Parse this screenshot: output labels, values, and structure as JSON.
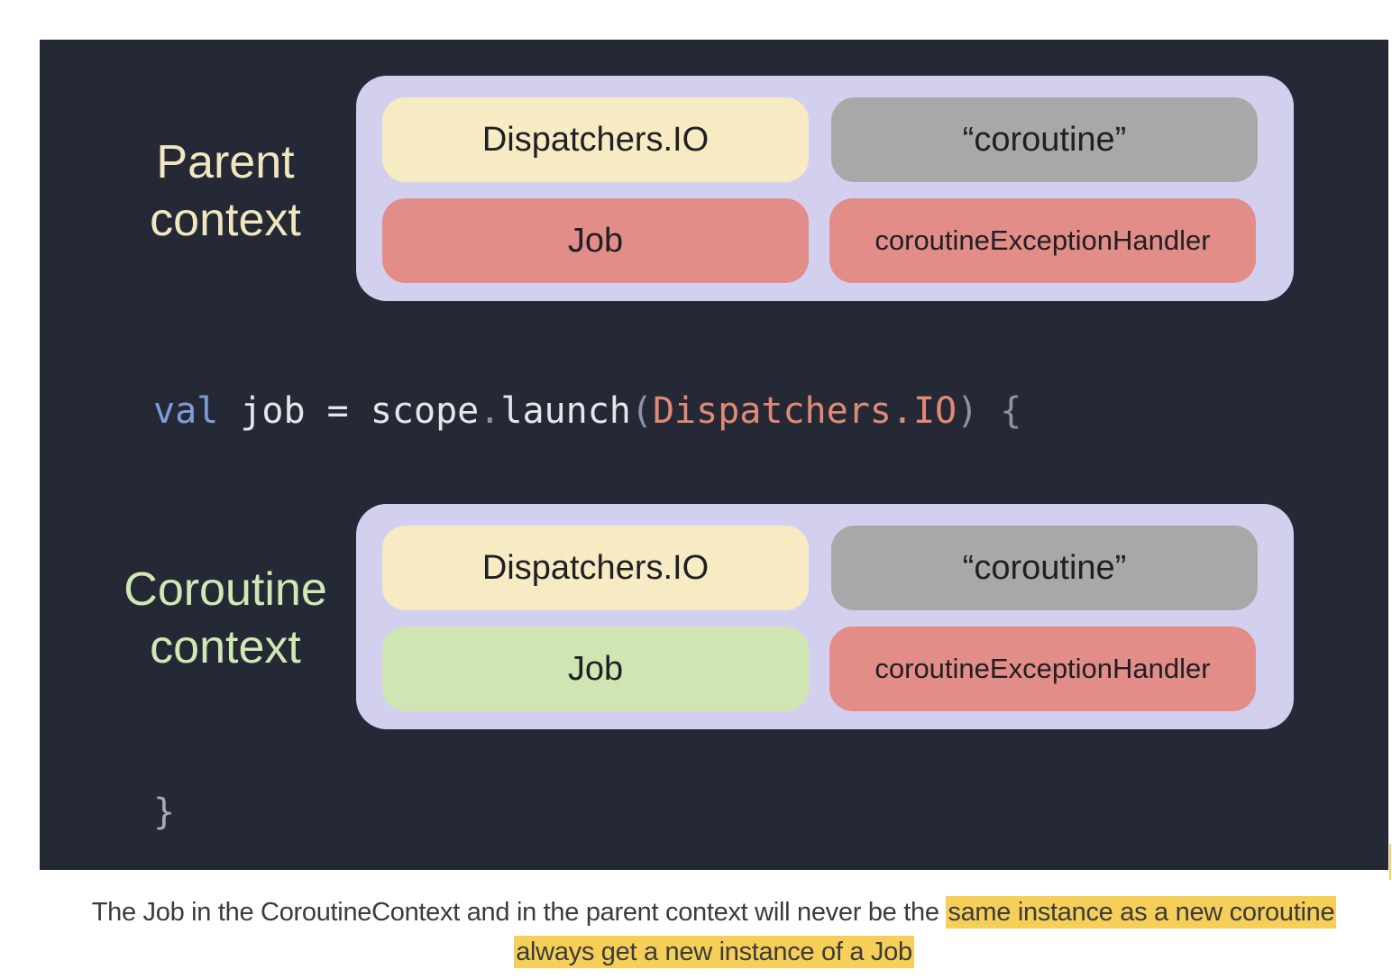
{
  "colors": {
    "background": "#252936",
    "panel": "#d3d0ef",
    "dispatchers_cell": "#f6ebc3",
    "name_cell": "#a8a8a8",
    "job_cell_parent": "#e28d88",
    "job_cell_coroutine": "#cfe6b2",
    "handler_cell": "#e28d88",
    "parent_label": "#f1e7bf",
    "coroutine_label": "#cfe8b4",
    "code_keyword": "#7f9ddc",
    "code_text": "#e6e6ea",
    "code_punct": "#8e92a2",
    "code_arg": "#e08a75",
    "highlight": "#f6cf58"
  },
  "parent_context": {
    "label_line1": "Parent",
    "label_line2": "context",
    "dispatcher": "Dispatchers.IO",
    "name": "“coroutine”",
    "job": "Job",
    "handler": "coroutineExceptionHandler"
  },
  "coroutine_context": {
    "label_line1": "Coroutine",
    "label_line2": "context",
    "dispatcher": "Dispatchers.IO",
    "name": "“coroutine”",
    "job": "Job",
    "handler": "coroutineExceptionHandler"
  },
  "code": {
    "keyword": "val",
    "variable": " job ",
    "equals": "=",
    "receiver": " scope",
    "dot1": ".",
    "method": "launch",
    "open_paren": "(",
    "arg": "Dispatchers.IO",
    "close_paren": ")",
    "open_brace": " {",
    "close_brace": "}"
  },
  "caption": {
    "plain": "The Job in the CoroutineContext and in the parent context will never be the ",
    "highlighted_part1": "same instance as a new coroutine",
    "highlighted_part2": "always get a new instance of a Job"
  }
}
